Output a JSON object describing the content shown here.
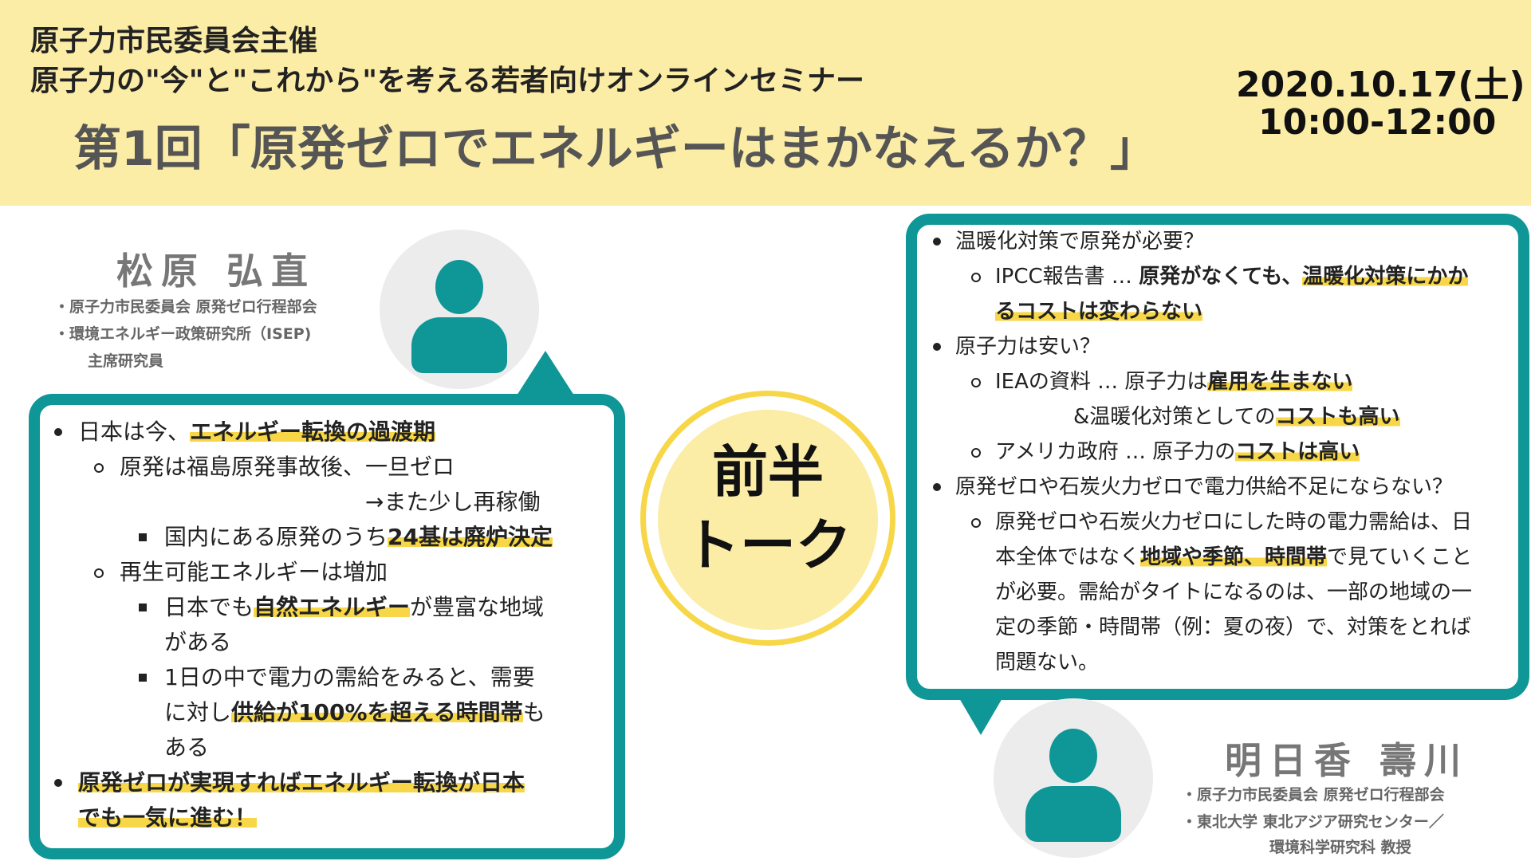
{
  "header": {
    "organizer": "原子力市民委員会主催",
    "subtitle": "原子力の\"今\"と\"これから\"を考える若者向けオンラインセミナー",
    "title": "第1回「原発ゼロでエネルギーはまかなえるか？」",
    "date": "2020.10.17(土)",
    "time": "10:00-12:00"
  },
  "center": {
    "line1": "前半",
    "line2": "トーク"
  },
  "speaker1": {
    "name": "松原 弘直",
    "aff1": "・原子力市民委員会 原発ゼロ行程部会",
    "aff2": "・環境エネルギー政策研究所（ISEP)",
    "aff3": "主席研究員"
  },
  "speaker2": {
    "name": "明日香 壽川",
    "aff1": "・原子力市民委員会 原発ゼロ行程部会",
    "aff2": "・東北大学 東北アジア研究センター／",
    "aff3": "環境科学研究科 教授"
  },
  "left": {
    "l1a": "日本は今、",
    "l1b": "エネルギー転換の過渡期",
    "l2": "原発は福島原発事故後、一旦ゼロ",
    "l3": "→また少し再稼働",
    "l4a": "国内にある原発のうち",
    "l4b": "24基は廃炉決定",
    "l5": "再生可能エネルギーは増加",
    "l6a": "日本でも",
    "l6b": "自然エネルギー",
    "l6c": "が豊富な地域",
    "l7": "がある",
    "l8": "1日の中で電力の需給をみると、需要",
    "l9a": "に対し",
    "l9b": "供給が100%を超える時間帯",
    "l9c": "も",
    "l10": "ある",
    "l11": "原発ゼロが実現すればエネルギー転換が日本",
    "l12": "でも一気に進む！"
  },
  "right": {
    "r1": "温暖化対策で原発が必要？",
    "r2a": "IPCC報告書 … ",
    "r2b": "原発がなくても、",
    "r2c": "温暖化対策にかか",
    "r3": "るコストは変わらない",
    "r4": "原子力は安い？",
    "r5a": "IEAの資料 … 原子力は",
    "r5b": "雇用を生まない",
    "r6a": "&温暖化対策としての",
    "r6b": "コストも高い",
    "r7a": "アメリカ政府 … 原子力の",
    "r7b": "コストは高い",
    "r8": "原発ゼロや石炭火力ゼロで電力供給不足にならない？",
    "r9": "原発ゼロや石炭火力ゼロにした時の電力需給は、日",
    "r10a": "本全体ではなく",
    "r10b": "地域や季節、時間帯",
    "r10c": "で見ていくこと",
    "r11": "が必要。需給がタイトになるのは、一部の地域の一",
    "r12": "定の季節・時間帯（例：夏の夜）で、対策をとれば",
    "r13": "問題ない。"
  },
  "colors": {
    "teal": "#0f9696",
    "yellow": "#f7d748",
    "banner": "#fbeca6"
  }
}
